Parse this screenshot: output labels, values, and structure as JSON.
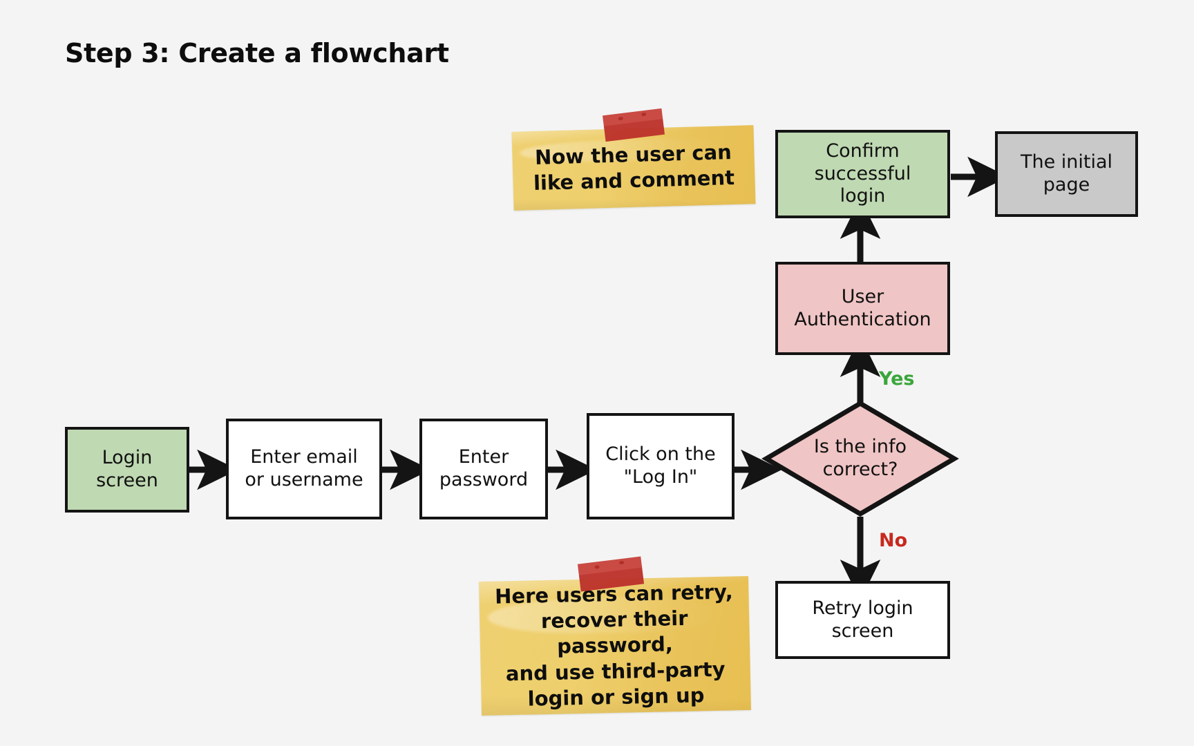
{
  "page": {
    "title": "Step 3: Create a flowchart",
    "background_color": "#f4f4f4"
  },
  "colors": {
    "node_border": "#141414",
    "green_fill": "#bfd9b2",
    "pink_fill": "#f0c5c5",
    "gray_fill": "#c9c9c9",
    "white_fill": "#ffffff",
    "sticky_yellow": "#eecf6b",
    "tape_red": "#c4403a",
    "yes_green": "#3aa63a",
    "no_red": "#c8291f",
    "text": "#111111"
  },
  "flowchart": {
    "nodes": [
      {
        "id": "login-screen",
        "label": "Login\nscreen",
        "fill": "green"
      },
      {
        "id": "enter-email",
        "label": "Enter email\nor username",
        "fill": "white"
      },
      {
        "id": "enter-password",
        "label": "Enter\npassword",
        "fill": "white"
      },
      {
        "id": "click-log-in",
        "label": "Click on the\n\"Log In\"",
        "fill": "white"
      },
      {
        "id": "is-info-correct",
        "label": "Is the info\ncorrect?",
        "fill": "pink",
        "shape": "diamond"
      },
      {
        "id": "user-authentication",
        "label": "User\nAuthentication",
        "fill": "pink"
      },
      {
        "id": "confirm-login",
        "label": "Confirm\nsuccessful\nlogin",
        "fill": "green"
      },
      {
        "id": "initial-page",
        "label": "The initial\npage",
        "fill": "gray"
      },
      {
        "id": "retry-login",
        "label": "Retry login\nscreen",
        "fill": "white"
      }
    ],
    "branch_labels": {
      "yes": "Yes",
      "no": "No"
    }
  },
  "sticky_notes": [
    {
      "id": "note-like-comment",
      "text": "Now the user can\nlike and comment"
    },
    {
      "id": "note-retry-recover",
      "text": "Here users can retry,\nrecover their password,\nand use third-party\nlogin or sign up"
    }
  ]
}
